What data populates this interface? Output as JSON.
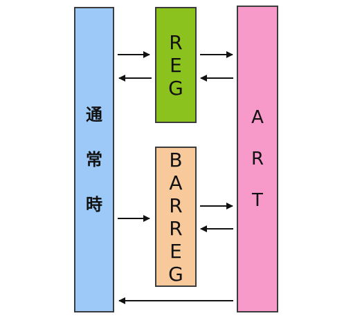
{
  "diagram": {
    "normal_label": "通\n常\n時",
    "reg_label": "R\nE\nG",
    "barreg_label": "B\nA\nR\nR\nE\nG",
    "art_label": "A\nR\nT",
    "colors": {
      "normal": "#9cc9f7",
      "reg": "#8cc21e",
      "barreg": "#f8c99a",
      "art": "#f79ac9",
      "arrow": "#111111"
    }
  }
}
